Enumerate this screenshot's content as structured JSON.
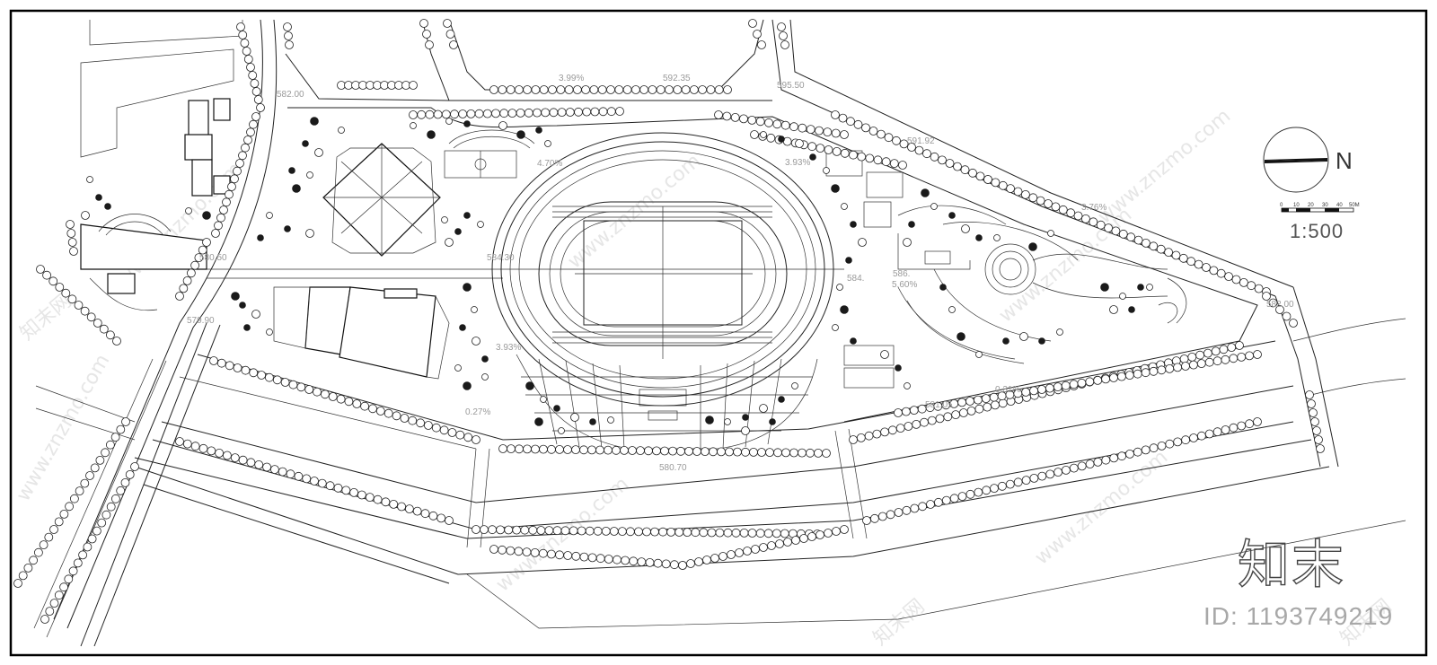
{
  "drawing": {
    "scale_ratio": "1:500",
    "north_label": "N",
    "scale_bar_ticks": [
      "0",
      "10",
      "20",
      "30",
      "40",
      "50M"
    ],
    "elevations": [
      "582.00",
      "592.35",
      "595.50",
      "591.92",
      "580.50",
      "579.90",
      "584.30",
      "584.",
      "586.",
      "582.00",
      "581.05",
      "580.70"
    ],
    "slopes": [
      "3.99%",
      "4.70%",
      "3.93%",
      "3.76%",
      "3.93%",
      "0.27%",
      "5.60%",
      "0.31%"
    ]
  },
  "watermarks": [
    "www.znzmo.com",
    "知末网"
  ],
  "brand": {
    "logo_text": "知末",
    "image_id": "ID: 1193749219"
  },
  "colors": {
    "line": "#222222",
    "background": "#ffffff",
    "watermark": "#e6e6e6"
  }
}
